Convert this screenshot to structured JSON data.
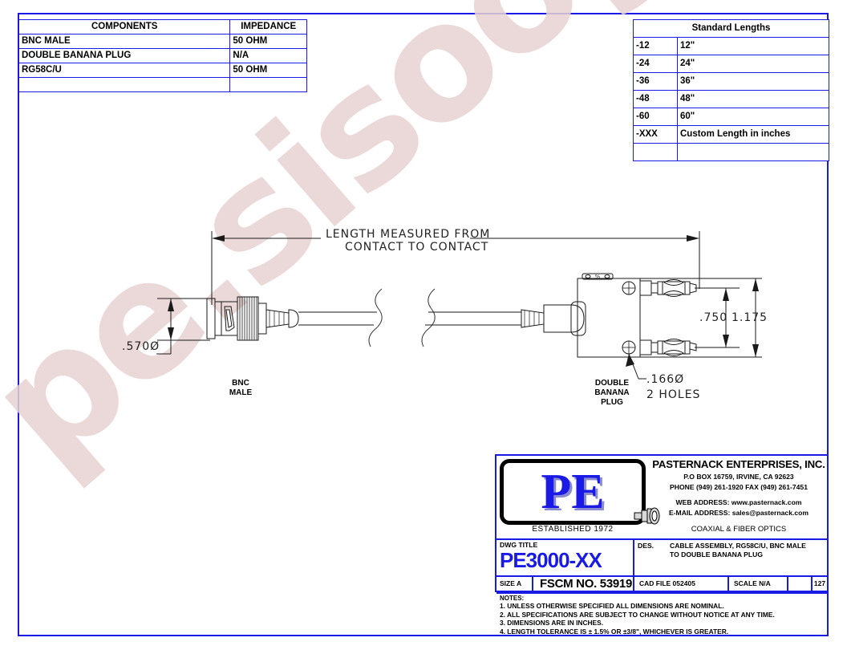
{
  "sheet": {
    "watermark": "pe.sisoog.com",
    "frame_color": "#1a1ae6"
  },
  "components_table": {
    "headers": [
      "COMPONENTS",
      "IMPEDANCE"
    ],
    "rows": [
      [
        "BNC MALE",
        "50 OHM"
      ],
      [
        "DOUBLE BANANA PLUG",
        "N/A"
      ],
      [
        "RG58C/U",
        "50 OHM"
      ],
      [
        "",
        ""
      ]
    ]
  },
  "standard_lengths_table": {
    "title": "Standard Lengths",
    "rows": [
      [
        "-12",
        "12\""
      ],
      [
        "-24",
        "24\""
      ],
      [
        "-36",
        "36\""
      ],
      [
        "-48",
        "48\""
      ],
      [
        "-60",
        "60\""
      ],
      [
        "-XXX",
        "Custom Length in inches"
      ],
      [
        "",
        ""
      ]
    ]
  },
  "drawing": {
    "length_note_line1": "LENGTH  MEASURED  FROM",
    "length_note_line2": "CONTACT  TO  CONTACT",
    "bnc_diameter": ".570Ø",
    "bnc_label_line1": "BNC",
    "bnc_label_line2": "MALE",
    "banana_label_line1": "DOUBLE",
    "banana_label_line2": "BANANA",
    "banana_label_line3": "PLUG",
    "hole_diameter": ".166Ø",
    "hole_count": "2  HOLES",
    "spacing_750": ".750",
    "overall_1175": "1.175"
  },
  "title_block": {
    "logo_text": "PE",
    "established": "ESTABLISHED 1972",
    "company_name": "PASTERNACK ENTERPRISES, INC.",
    "address": "P.O BOX 16759,  IRVINE, CA 92623",
    "phone": "PHONE (949) 261-1920  FAX (949) 261-7451",
    "web": "WEB ADDRESS:  www.pasternack.com",
    "email": "E-MAIL ADDRESS:  sales@pasternack.com",
    "tagline": "COAXIAL & FIBER OPTICS",
    "dwg_title_label": "DWG TITLE",
    "dwg_number": "PE3000-XX",
    "des_label": "DES.",
    "des_line1": "CABLE ASSEMBLY, RG58C/U, BNC MALE",
    "des_line2": "TO DOUBLE BANANA PLUG",
    "size_label": "SIZE  A",
    "fscm": "FSCM NO.  53919",
    "cad_file": "CAD FILE      052405",
    "scale": "SCALE  N/A",
    "blank_cell": "",
    "sheet_number": "127"
  },
  "notes": {
    "header": "NOTES:",
    "items": [
      "1.  UNLESS OTHERWISE SPECIFIED ALL DIMENSIONS ARE NOMINAL.",
      "2.  ALL SPECIFICATIONS ARE SUBJECT TO CHANGE WITHOUT NOTICE AT ANY TIME.",
      "3.  DIMENSIONS ARE IN INCHES.",
      "4.  LENGTH TOLERANCE IS ± 1.5% OR ±3/8\", WHICHEVER IS GREATER."
    ]
  }
}
